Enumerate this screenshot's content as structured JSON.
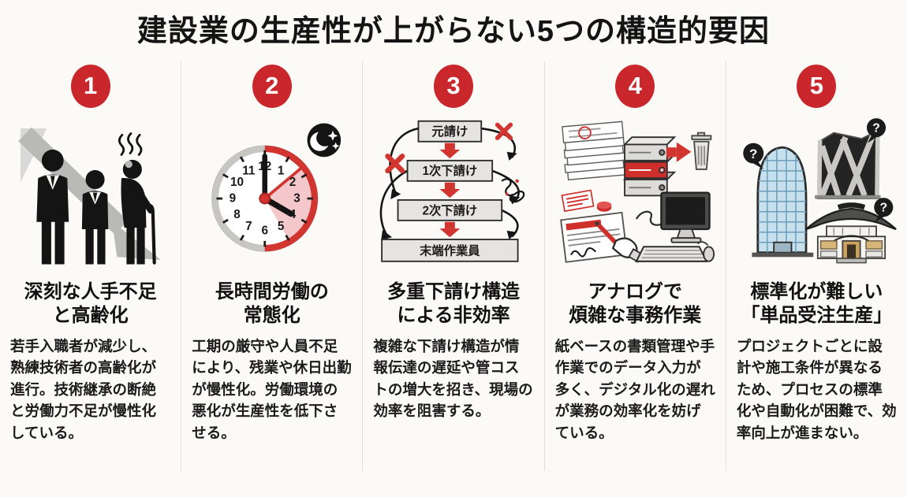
{
  "title": "建設業の生産性が上がらない5つの構造的要因",
  "colors": {
    "background": "#fbfaf7",
    "badge_red": "#c9272b",
    "illustration_red": "#d2342f",
    "pink_fill": "#f4c8ca",
    "box_fill": "#e5e4e0",
    "divider_gray": "#e1dfda",
    "arrow_gray": "#b9b9b7"
  },
  "columns": [
    {
      "number": "1",
      "icon": "declining-workforce-icon",
      "heading": "深刻な人手不足\nと高齢化",
      "body": "若手入職者が減少し、熟練技術者の高齢化が進行。技術継承の断絶と労働力不足が慢性化している。"
    },
    {
      "number": "2",
      "icon": "overtime-clock-icon",
      "heading": "長時間労働の\n常態化",
      "body": "工期の厳守や人員不足により、残業や休日出勤が慢性化。労働環境の悪化が生産性を低下させる。"
    },
    {
      "number": "3",
      "icon": "subcontracting-flowchart-icon",
      "heading": "多重下請け構造\nによる非効率",
      "body": "複雑な下請け構造が情報伝達の遅延や管コストの増大を招き、現場の効率を阻害する。",
      "flow_boxes": [
        "元請け",
        "1次下請け",
        "2次下請け",
        "末端作業員"
      ]
    },
    {
      "number": "4",
      "icon": "analog-paperwork-icon",
      "heading": "アナログで\n煩雑な事務作業",
      "body": "紙ベースの書類管理や手作業でのデータ入力が多く、デジタル化の遅れが業務の効率化を妨げている。"
    },
    {
      "number": "5",
      "icon": "unique-buildings-icon",
      "heading": "標準化が難しい\n「単品受注生産」",
      "body": "プロジェクトごとに設計や施工条件が異なるため、プロセスの標準化や自動化が困難で、効率向上が進まない。"
    }
  ],
  "clock": {
    "numbers": [
      "12",
      "1",
      "2",
      "3",
      "4",
      "5",
      "6",
      "7",
      "8",
      "9",
      "10",
      "11"
    ]
  },
  "glyphs": {
    "question_mark": "?"
  }
}
